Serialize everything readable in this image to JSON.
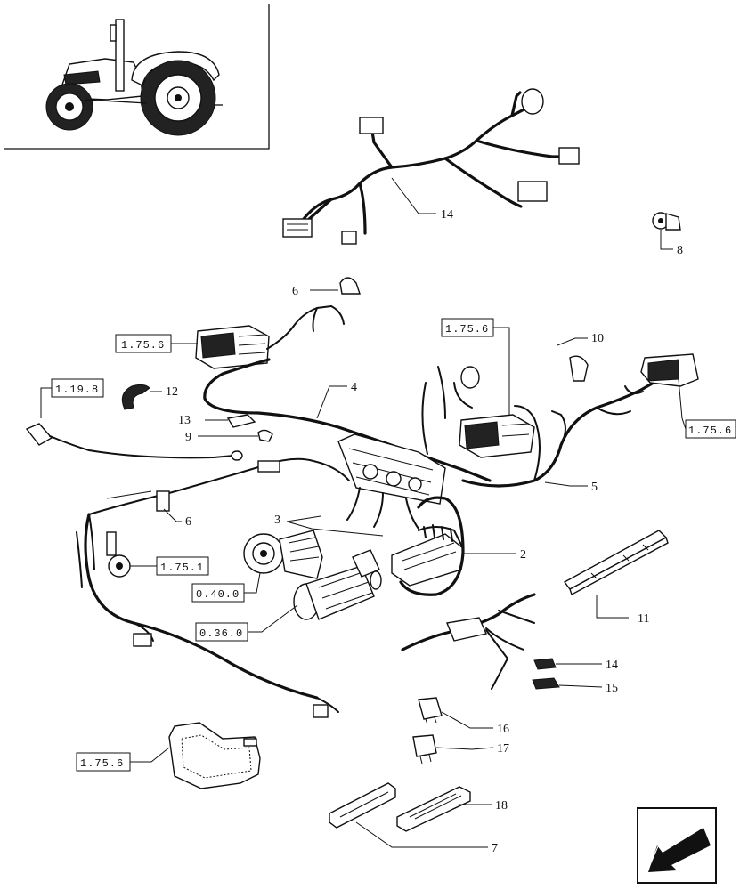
{
  "callouts": {
    "c14a": "14",
    "c8": "8",
    "c6a": "6",
    "c10": "10",
    "c12": "12",
    "c13": "13",
    "c9": "9",
    "c4": "4",
    "c5": "5",
    "c6b": "6",
    "c3": "3",
    "c2": "2",
    "c11": "11",
    "c14b": "14",
    "c15": "15",
    "c16": "16",
    "c17": "17",
    "c18": "18",
    "c7": "7"
  },
  "references": {
    "r1": "1.75.6",
    "r2": "1.75.6",
    "r3": "1.19.8",
    "r4": "1.75.6",
    "r5": "1.75.1",
    "r6": "0.40.0",
    "r7": "0.36.0",
    "r8": "1.75.6"
  },
  "icons": {
    "tractor": "tractor-illustration",
    "nav": "back-arrow-icon"
  }
}
